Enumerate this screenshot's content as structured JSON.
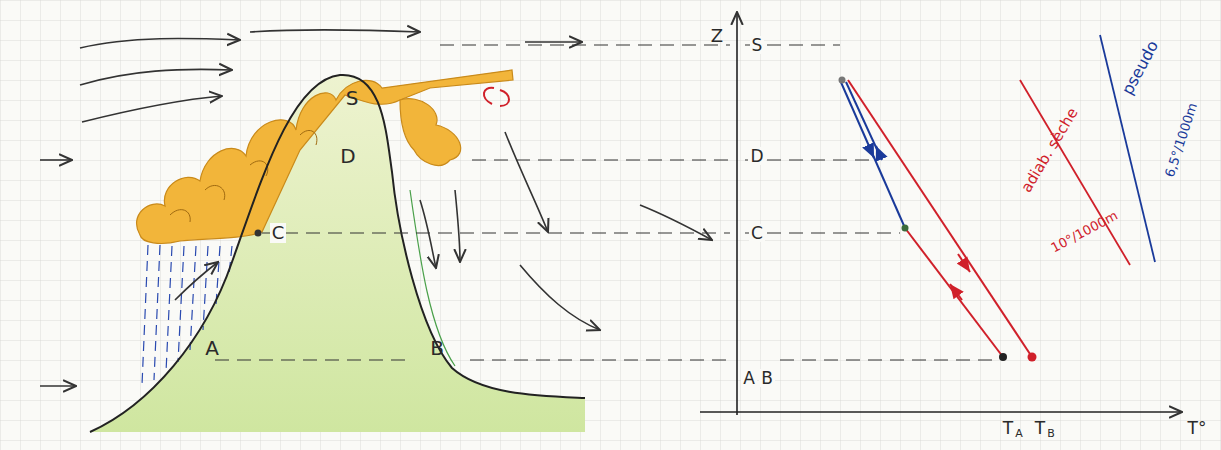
{
  "diagram": {
    "labels": [
      "S",
      "D",
      "C",
      "A",
      "B",
      "Z",
      "S",
      "D",
      "C",
      "A",
      "B",
      "T",
      "A",
      "T",
      "B",
      "T°",
      "pseudo",
      "6,5°/1000m",
      "adiab. sèche",
      "10°/1000m"
    ]
  }
}
